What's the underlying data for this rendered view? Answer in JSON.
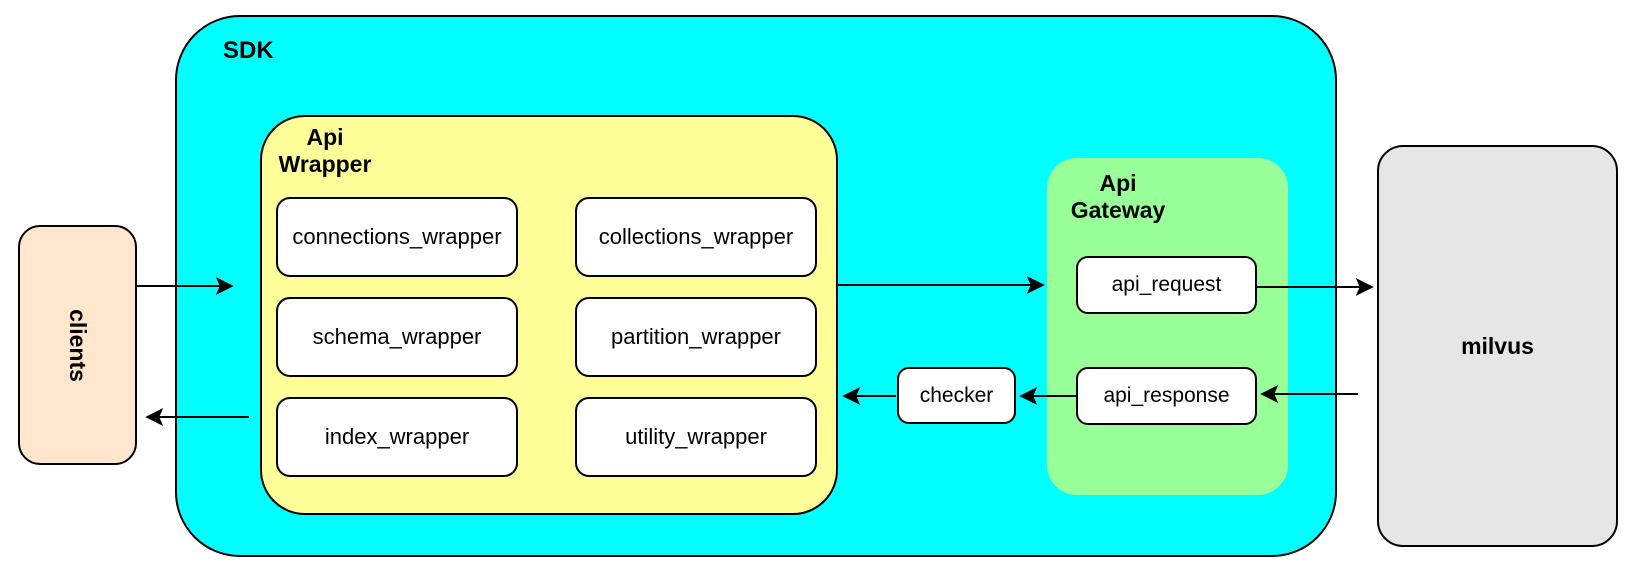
{
  "colors": {
    "sdk_fill": "#00FFFF",
    "api_wrapper_fill": "#FFFF99",
    "api_gateway_fill": "#99FF99",
    "clients_fill": "#FFE6CC",
    "milvus_fill": "#E6E6E6",
    "node_fill": "#FFFFFF",
    "line": "#000000"
  },
  "clients": {
    "label": "clients"
  },
  "sdk": {
    "label": "SDK",
    "api_wrapper": {
      "label_line1": "Api",
      "label_line2": "Wrapper",
      "modules": [
        "connections_wrapper",
        "collections_wrapper",
        "schema_wrapper",
        "partition_wrapper",
        "index_wrapper",
        "utility_wrapper"
      ]
    },
    "checker": {
      "label": "checker"
    },
    "api_gateway": {
      "label_line1": "Api",
      "label_line2": "Gateway",
      "request_label": "api_request",
      "response_label": "api_response"
    }
  },
  "milvus": {
    "label": "milvus"
  }
}
